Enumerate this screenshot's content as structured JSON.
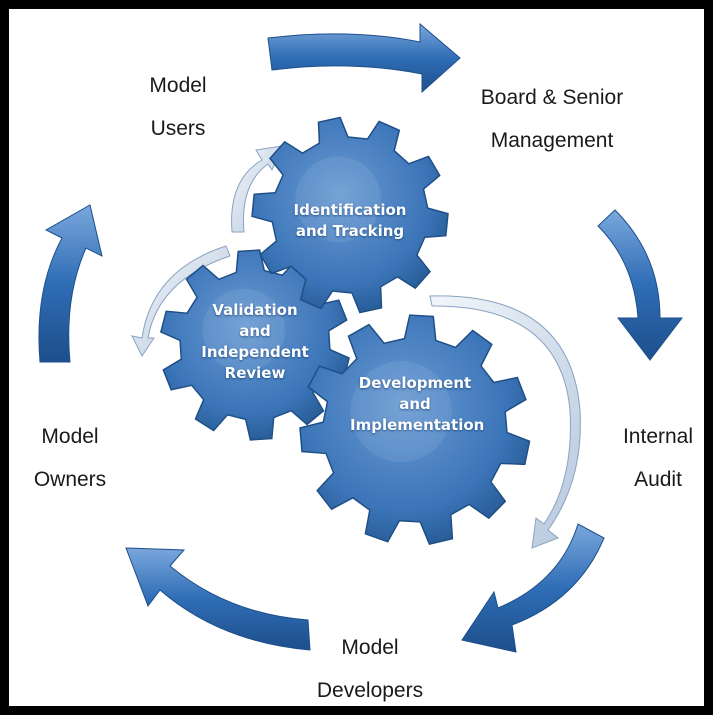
{
  "roles": {
    "model_users": [
      "Model",
      "Users"
    ],
    "board_senior_management": [
      "Board & Senior",
      "Management"
    ],
    "internal_audit": [
      "Internal",
      "Audit"
    ],
    "model_developers": [
      "Model",
      "Developers"
    ],
    "model_owners": [
      "Model",
      "Owners"
    ]
  },
  "gears": {
    "identification": [
      "Identification",
      "and Tracking"
    ],
    "validation": [
      "Validation",
      "and",
      "Independent",
      "Review"
    ],
    "development": [
      "Development",
      "and",
      "Implementation"
    ]
  },
  "colors": {
    "arrow_blue": "#2f6db5",
    "gear_blue": "#3f79bd",
    "inner_arrow": "#d6e1ee",
    "frame": "#000000"
  }
}
